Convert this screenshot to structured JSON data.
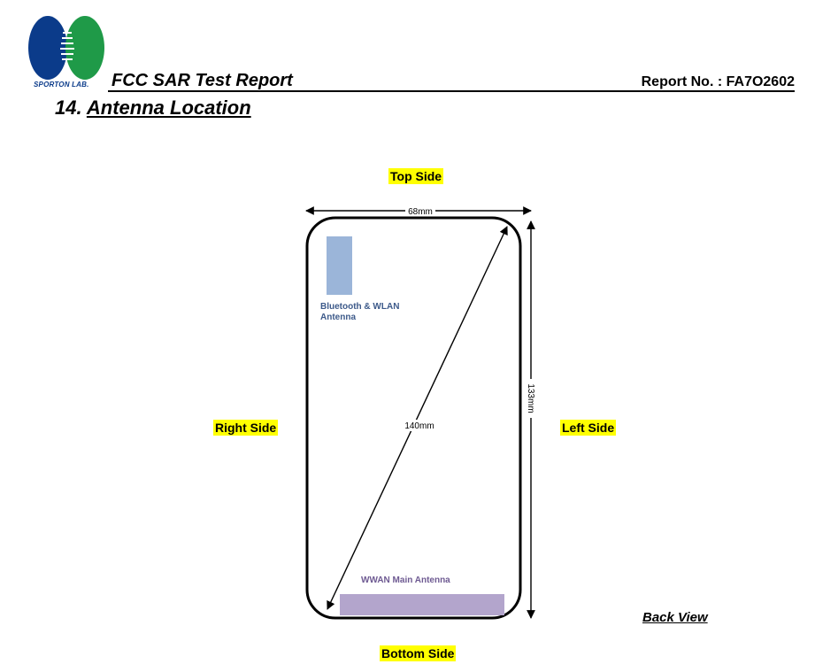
{
  "header": {
    "logo_text": "SPORTON LAB.",
    "title": "FCC SAR Test Report",
    "report_no": "Report No. : FA7O2602"
  },
  "section": {
    "number": "14.",
    "title": "Antenna Location"
  },
  "sides": {
    "top": "Top Side",
    "bottom": "Bottom Side",
    "right": "Right Side",
    "left": "Left Side"
  },
  "dimensions": {
    "width": "68mm",
    "height": "133mm",
    "diagonal": "140mm"
  },
  "antennas": {
    "bluetooth_wlan": [
      "Bluetooth & WLAN",
      "Antenna"
    ],
    "wwan": "WWAN Main Antenna"
  },
  "view_label": "Back View",
  "colors": {
    "side_label_highlight": "#ffff00",
    "bt_antenna_fill": "#9bb5d9",
    "wwan_antenna_fill": "#b3a5cc",
    "logo_blue": "#0b3b8a",
    "logo_green": "#1f9a48"
  }
}
